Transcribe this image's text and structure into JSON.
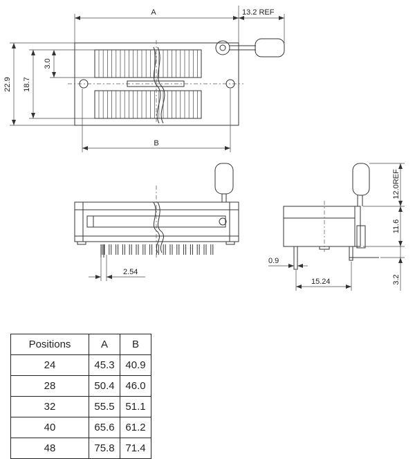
{
  "labels": {
    "dim_a": "A",
    "dim_b": "B",
    "ref_13_2": "13.2  REF",
    "dim_22_9": "22.9",
    "dim_18_7": "18.7",
    "dim_3_0": "3.0",
    "dim_2_54": "2.54",
    "dim_0_9": "0.9",
    "dim_15_24": "15.24",
    "ref_12_0": "12.0REF",
    "dim_11_6": "11.6",
    "dim_3_2": "3.2"
  },
  "table": {
    "headers": {
      "positions": "Positions",
      "a": "A",
      "b": "B"
    },
    "rows": [
      {
        "positions": "24",
        "a": "45.3",
        "b": "40.9"
      },
      {
        "positions": "28",
        "a": "50.4",
        "b": "46.0"
      },
      {
        "positions": "32",
        "a": "55.5",
        "b": "51.1"
      },
      {
        "positions": "40",
        "a": "65.6",
        "b": "61.2"
      },
      {
        "positions": "48",
        "a": "75.8",
        "b": "71.4"
      }
    ]
  }
}
